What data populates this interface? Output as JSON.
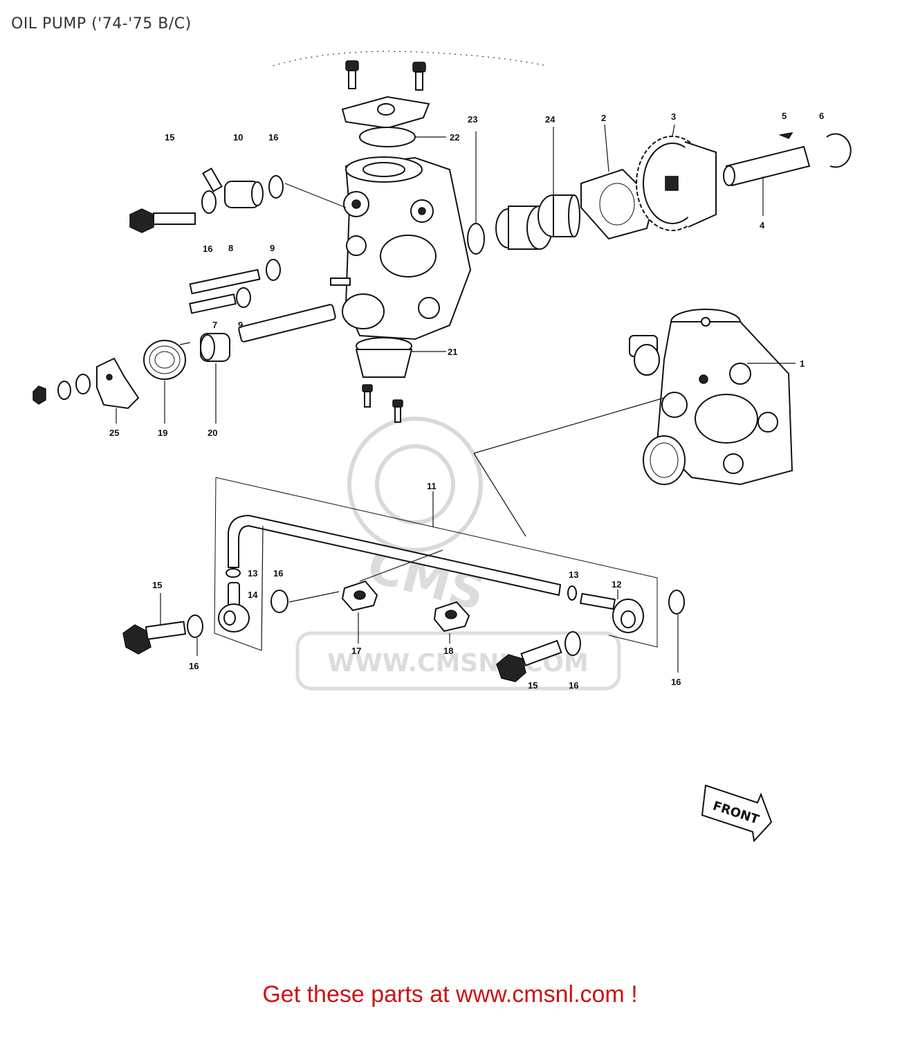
{
  "title": "OIL PUMP ('74-'75 B/C)",
  "footer": "Get these parts at www.cmsnl.com !",
  "watermark": {
    "logo": "CMS",
    "url": "WWW.CMSNL.COM"
  },
  "front_label": "FRONT",
  "callouts": {
    "c1": "1",
    "c2": "2",
    "c3": "3",
    "c4": "4",
    "c5": "5",
    "c6": "6",
    "c7": "7",
    "c8": "8",
    "c9a": "9",
    "c9b": "9",
    "c10": "10",
    "c11": "11",
    "c12": "12",
    "c13a": "13",
    "c13b": "13",
    "c14": "14",
    "c15a": "15",
    "c15b": "15",
    "c15c": "15",
    "c16a": "16",
    "c16b": "16",
    "c16c": "16",
    "c16d": "16",
    "c16e": "16",
    "c16f": "16",
    "c17": "17",
    "c18": "18",
    "c19": "19",
    "c20": "20",
    "c21": "21",
    "c22": "22",
    "c23": "23",
    "c24": "24",
    "c25": "25"
  }
}
